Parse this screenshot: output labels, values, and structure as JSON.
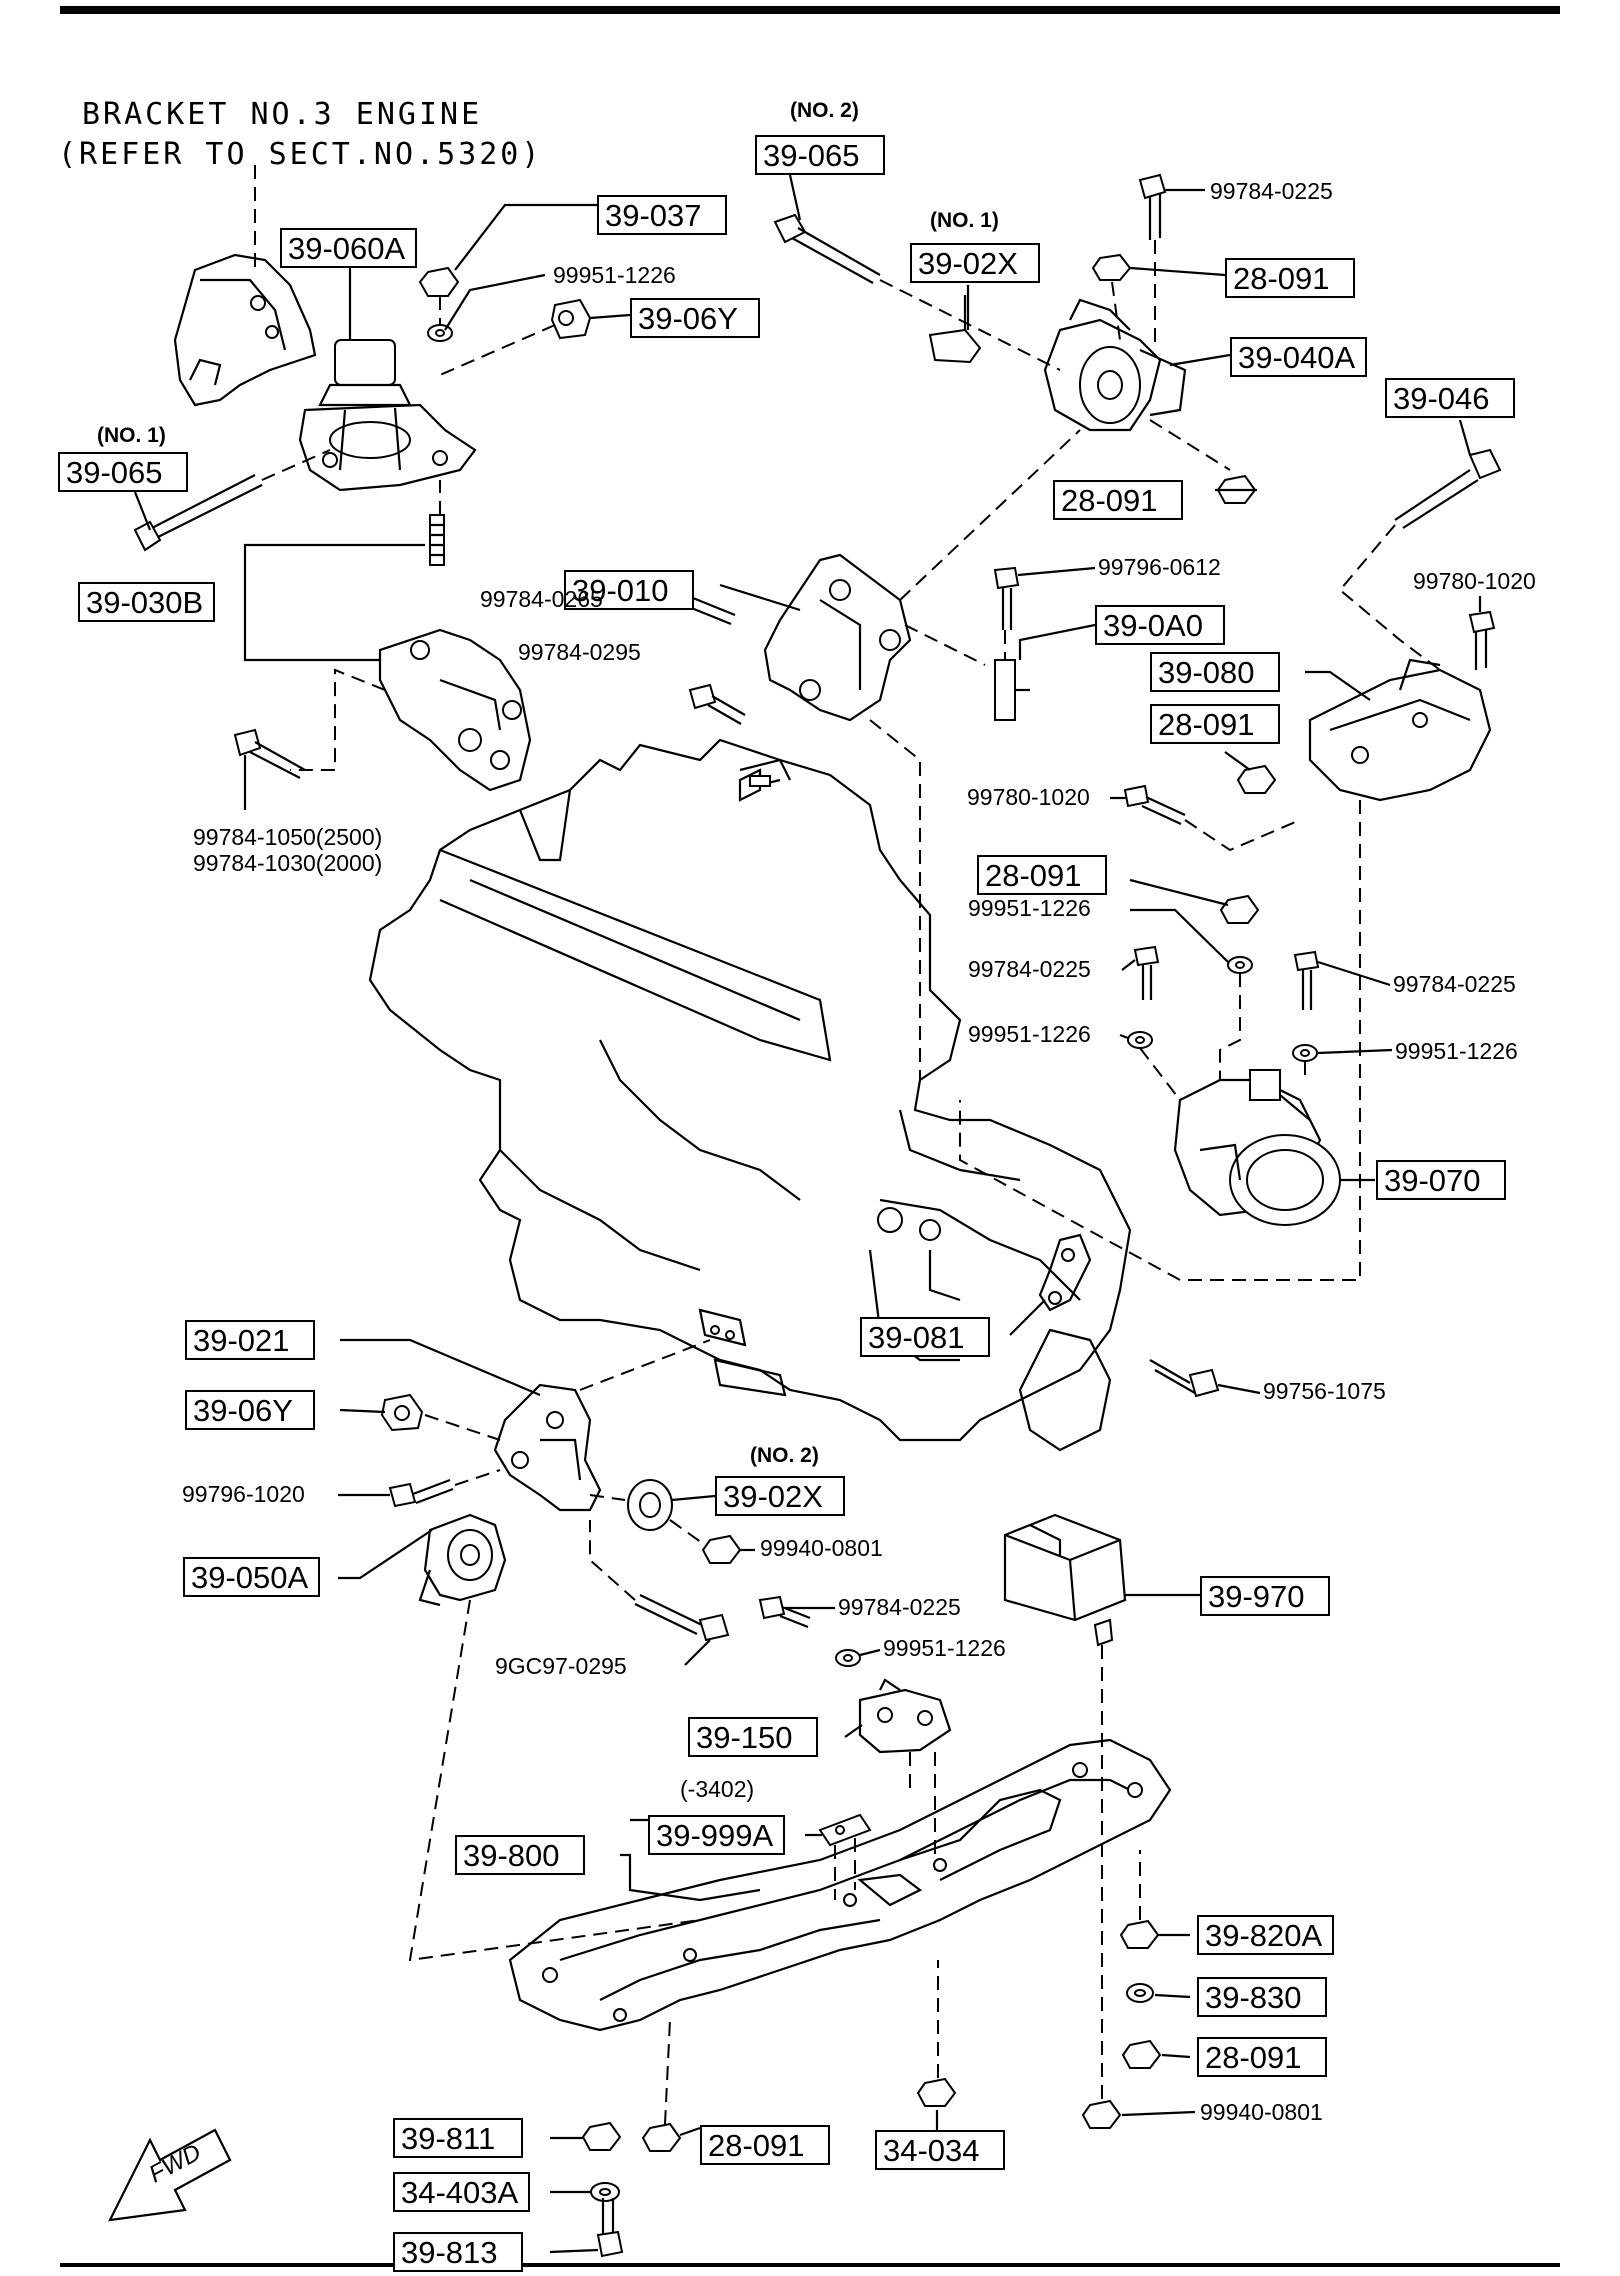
{
  "labels": {
    "bracket_note_line1": "BRACKET NO.3 ENGINE",
    "bracket_note_line2": "(REFER TO SECT.NO.5320)",
    "no1": "(NO. 1)",
    "no2": "(NO. 2)",
    "minus_3402": "(-3402)",
    "fwd": "FWD"
  },
  "parts": {
    "p39_065": "39-065",
    "p39_037": "39-037",
    "p39_06y": "39-06Y",
    "p39_060a": "39-060A",
    "p39_02x": "39-02X",
    "p28_091": "28-091",
    "p39_040a": "39-040A",
    "p39_046": "39-046",
    "p39_010": "39-010",
    "p39_030b": "39-030B",
    "p39_0a0": "39-0A0",
    "p39_080": "39-080",
    "p39_070": "39-070",
    "p39_081": "39-081",
    "p39_021": "39-021",
    "p39_050a": "39-050A",
    "p39_970": "39-970",
    "p39_150": "39-150",
    "p39_999a": "39-999A",
    "p39_800": "39-800",
    "p39_820a": "39-820A",
    "p39_830": "39-830",
    "p39_811": "39-811",
    "p34_034": "34-034",
    "p34_403a": "34-403A",
    "p39_813": "39-813"
  },
  "hardware": {
    "h99784_0225": "99784-0225",
    "h99951_1226": "99951-1226",
    "h99784_0265": "99784-0265",
    "h99784_0295": "99784-0295",
    "h99796_0612": "99796-0612",
    "h99780_1020": "99780-1020",
    "h99784_1050": "99784-1050(2500)",
    "h99784_1030": "99784-1030(2000)",
    "h99756_1075": "99756-1075",
    "h99796_1020": "99796-1020",
    "h99940_0801": "99940-0801",
    "h9gc97_0295": "9GC97-0295"
  }
}
